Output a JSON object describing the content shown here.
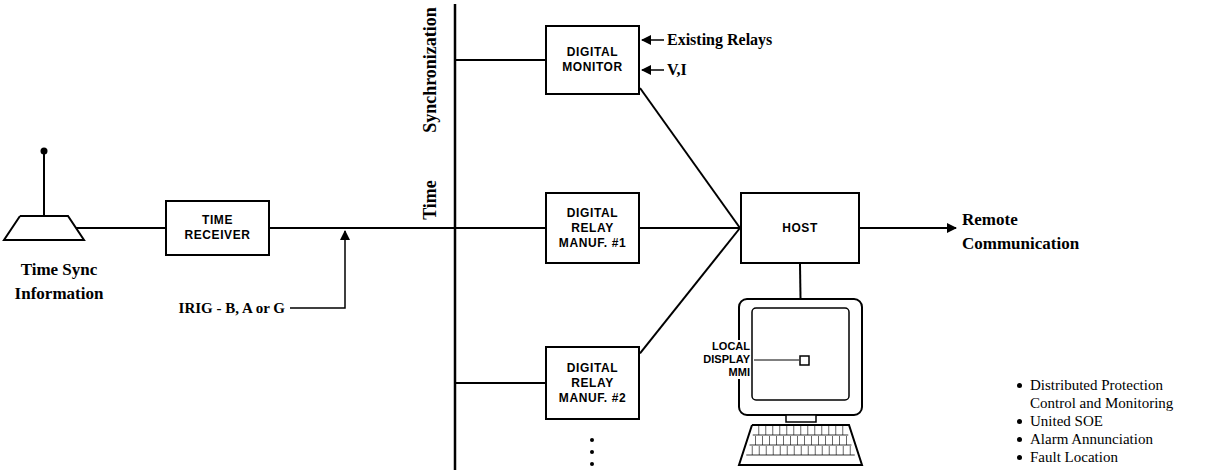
{
  "diagram": {
    "nodes": [
      {
        "text": [
          "Time Sync Information"
        ]
      },
      {
        "text": [
          "TIME RECEIVER"
        ]
      },
      {
        "text": [
          "DIGITAL MONITOR"
        ]
      },
      {
        "text": [
          "DIGITAL RELAY MANUF. #1"
        ]
      },
      {
        "text": [
          "DIGITAL RELAY MANUF. #2"
        ]
      },
      {
        "text": [
          "HOST"
        ]
      },
      {
        "text": [
          "LOCAL DISPLAY MMI"
        ]
      }
    ],
    "edges": [
      {
        "from": 0,
        "to": 1,
        "arrow": "none"
      },
      {
        "from": 2,
        "to": 5,
        "arrow": "none"
      },
      {
        "from": 3,
        "to": 5,
        "arrow": "none"
      },
      {
        "from": 4,
        "to": 5,
        "arrow": "none"
      },
      {
        "from": 5,
        "to": 6,
        "arrow": "none"
      }
    ],
    "labels": [
      "Synchronization",
      "Time",
      "IRIG - B, A or G",
      "Existing Relays",
      "V,I",
      "Remote Communication",
      "Distributed Protection Control and Monitoring",
      "United SOE",
      "Alarm Annunciation",
      "Fault Location"
    ]
  }
}
